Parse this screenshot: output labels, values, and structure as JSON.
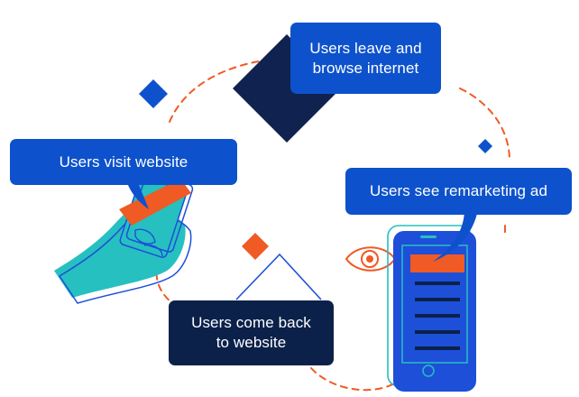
{
  "diagram": {
    "steps": [
      {
        "id": "leave",
        "label": "Users leave and\nbrowse internet"
      },
      {
        "id": "visit",
        "label": "Users visit website"
      },
      {
        "id": "see",
        "label": "Users see remarketing ad"
      },
      {
        "id": "back",
        "label": "Users come back\nto website"
      }
    ]
  },
  "colors": {
    "bubble_blue": "#0d52cc",
    "bubble_navy": "#0b214a",
    "accent_orange": "#f05a24",
    "navy": "#10224f",
    "teal": "#26c0c0",
    "outline_blue": "#1d4fd9",
    "dash_orange": "#f05a24"
  },
  "icons": [
    "diamond-navy",
    "diamond-blue",
    "diamond-orange",
    "hand-phone-illustration",
    "eye-icon",
    "smartphone-illustration",
    "triangle-outline"
  ]
}
